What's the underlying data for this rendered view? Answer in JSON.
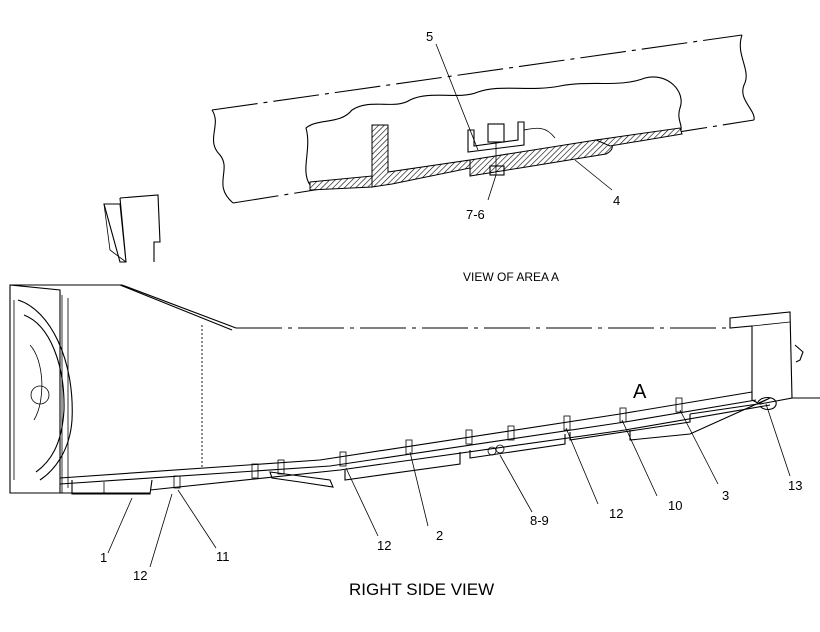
{
  "detail": {
    "caption": "VIEW OF AREA A",
    "callouts": {
      "c5": "5",
      "c76": "7-6",
      "c4": "4"
    }
  },
  "main": {
    "caption": "RIGHT SIDE VIEW",
    "area_marker": "A",
    "callouts": {
      "c1": "1",
      "c12a": "12",
      "c11": "11",
      "c12b": "12",
      "c2": "2",
      "c89": "8-9",
      "c12c": "12",
      "c10": "10",
      "c3": "3",
      "c13": "13"
    }
  }
}
